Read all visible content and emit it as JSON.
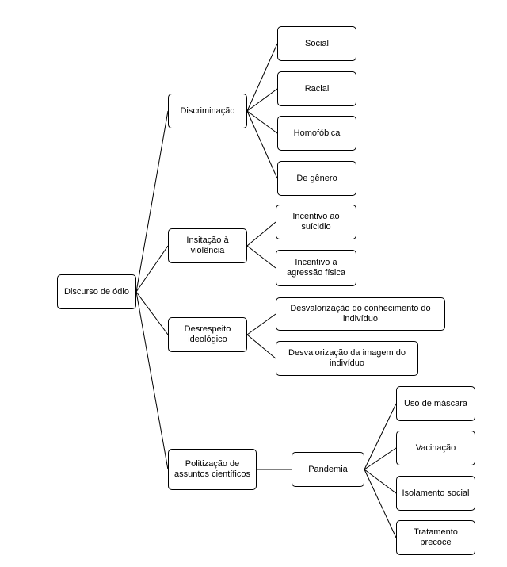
{
  "diagram": {
    "type": "tree",
    "nodes": {
      "root": "Discurso de ódio",
      "discriminacao": "Discriminação",
      "social": "Social",
      "racial": "Racial",
      "homofobica": "Homofóbica",
      "de_genero": "De gênero",
      "insitacao_violencia": "Insitação à violência",
      "incentivo_suicidio": "Incentivo ao suícidio",
      "incentivo_agressao": "Incentivo a agressão física",
      "desrespeito_ideologico": "Desrespeito ideológico",
      "desvalorizacao_conhecimento": "Desvalorização do conhecimento do indivíduo",
      "desvalorizacao_imagem": "Desvalorização da imagem do indivíduo",
      "politizacao": "Politização de assuntos científicos",
      "pandemia": "Pandemia",
      "uso_mascara": "Uso de máscara",
      "vacinacao": "Vacinação",
      "isolamento_social": "Isolamento social",
      "tratamento_precoce": "Tratamento precoce"
    },
    "edges": [
      [
        "root",
        "discriminacao"
      ],
      [
        "root",
        "insitacao_violencia"
      ],
      [
        "root",
        "desrespeito_ideologico"
      ],
      [
        "root",
        "politizacao"
      ],
      [
        "discriminacao",
        "social"
      ],
      [
        "discriminacao",
        "racial"
      ],
      [
        "discriminacao",
        "homofobica"
      ],
      [
        "discriminacao",
        "de_genero"
      ],
      [
        "insitacao_violencia",
        "incentivo_suicidio"
      ],
      [
        "insitacao_violencia",
        "incentivo_agressao"
      ],
      [
        "desrespeito_ideologico",
        "desvalorizacao_conhecimento"
      ],
      [
        "desrespeito_ideologico",
        "desvalorizacao_imagem"
      ],
      [
        "politizacao",
        "pandemia"
      ],
      [
        "pandemia",
        "uso_mascara"
      ],
      [
        "pandemia",
        "vacinacao"
      ],
      [
        "pandemia",
        "isolamento_social"
      ],
      [
        "pandemia",
        "tratamento_precoce"
      ]
    ],
    "colors": {
      "node_fill": "#ffffff",
      "node_border": "#000000",
      "line": "#000000",
      "background": "#ffffff"
    }
  }
}
